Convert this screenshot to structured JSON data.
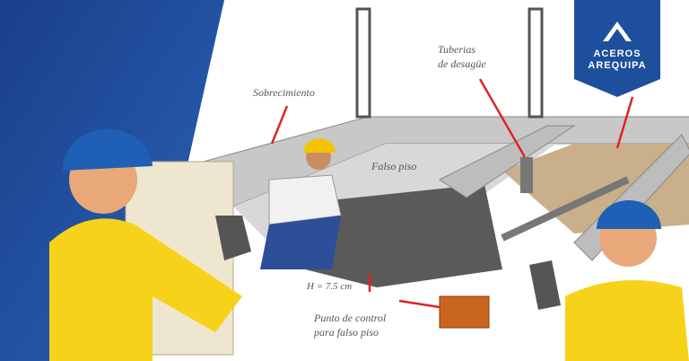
{
  "labels": {
    "sobrecimiento": "Sobrecimiento",
    "tuberias": [
      "Tuberias",
      "de desagüe"
    ],
    "falso_piso": "Falso piso",
    "height": "H = 7.5 cm",
    "punto_control": [
      "Punto de control",
      "para falso piso"
    ]
  },
  "logo": {
    "line1": "ACEROS",
    "line2": "AREQUIPA"
  },
  "colors": {
    "brand_blue": "#1d4f9c",
    "arrow_red": "#e02424",
    "helmet_yellow": "#f5c400",
    "shirt_yellow": "#f7d21a"
  }
}
